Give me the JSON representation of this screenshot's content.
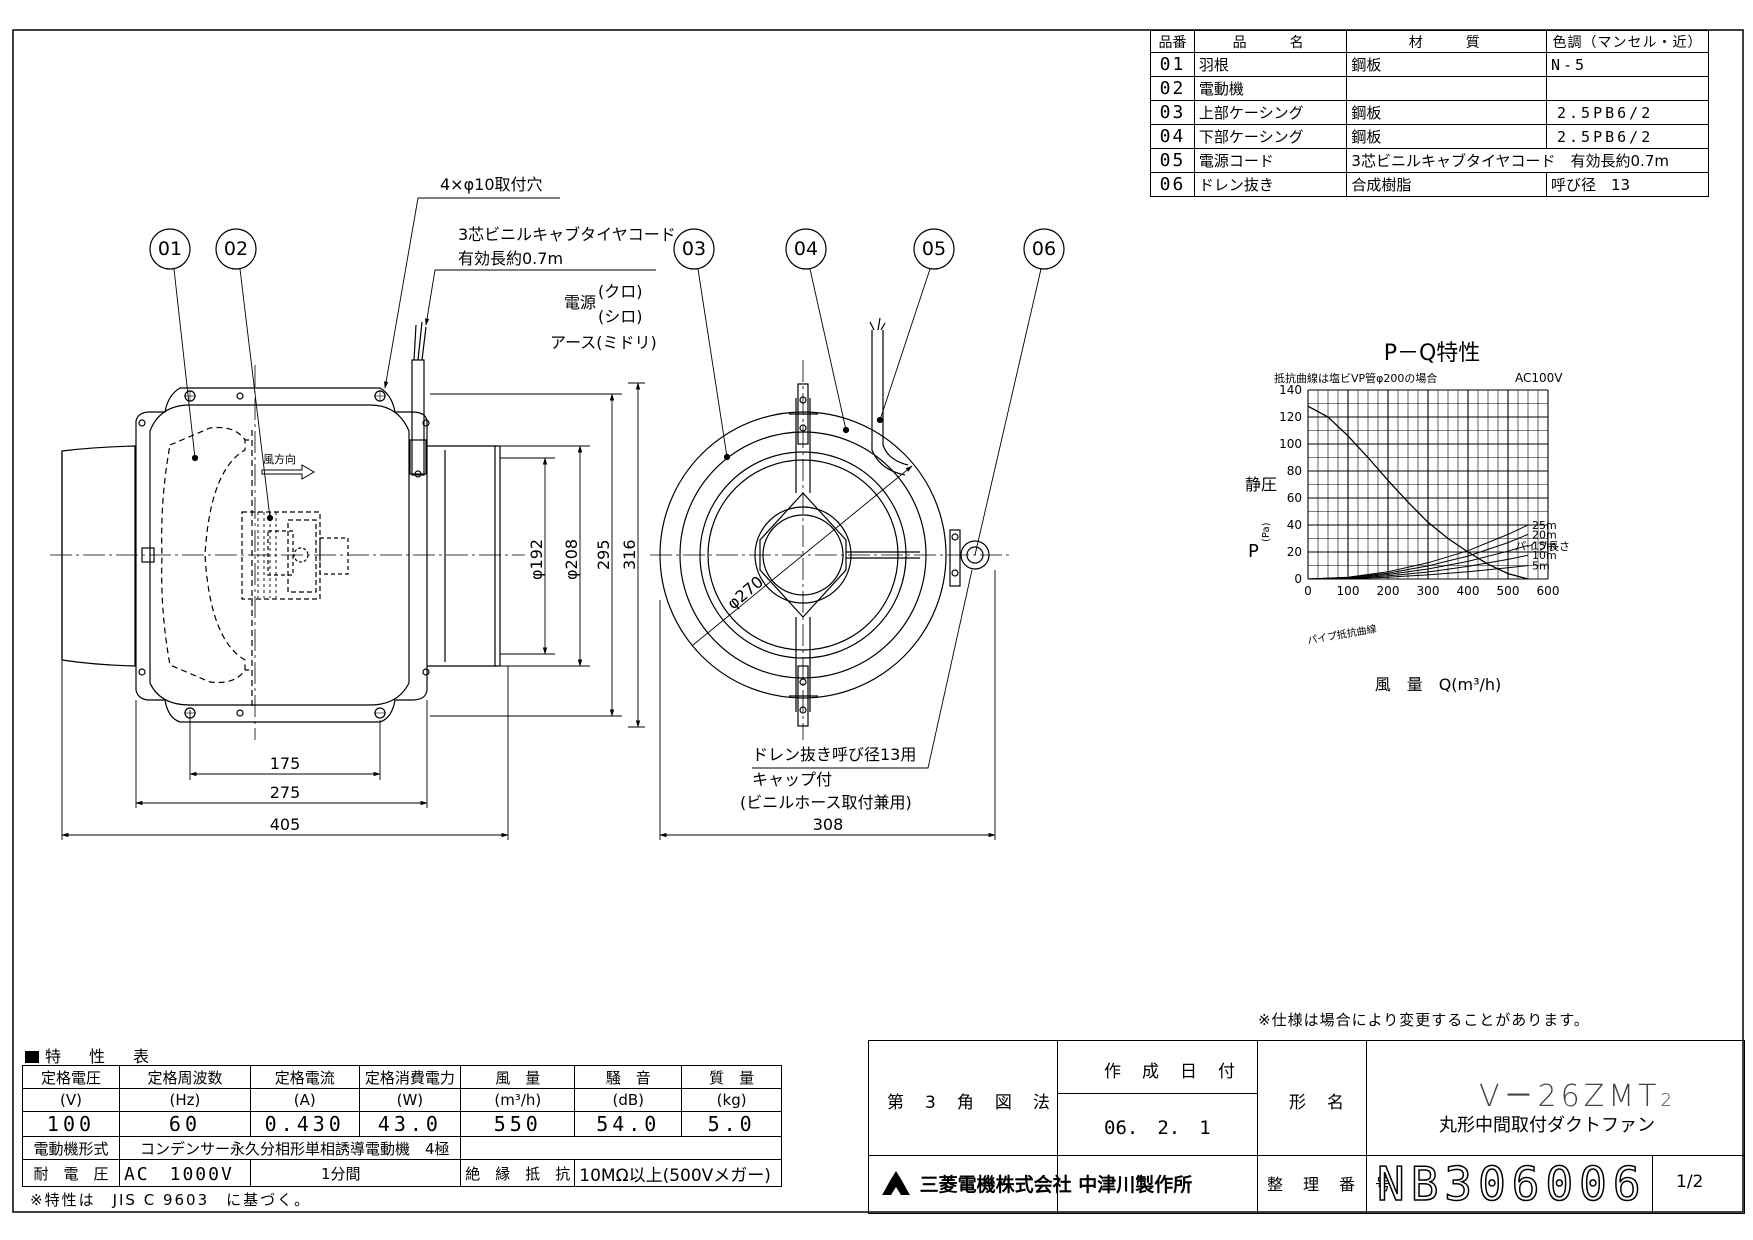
{
  "parts_table": {
    "headers": [
      "品番",
      "品　　名",
      "材　　質",
      "色調（マンセル・近）"
    ],
    "rows": [
      {
        "no": "01",
        "name": "羽根",
        "material": "鋼板",
        "color": "N-5"
      },
      {
        "no": "02",
        "name": "電動機",
        "material": "",
        "color": ""
      },
      {
        "no": "03",
        "name": "上部ケーシング",
        "material": "鋼板",
        "color": "2.5PB6/2"
      },
      {
        "no": "04",
        "name": "下部ケーシング",
        "material": "鋼板",
        "color": "2.5PB6/2"
      },
      {
        "no": "05",
        "name": "電源コード",
        "material": "3芯ビニルキャブタイヤコード　有効長約0.7m",
        "color": ""
      },
      {
        "no": "06",
        "name": "ドレン抜き",
        "material": "合成樹脂",
        "color": "呼び径　13"
      }
    ]
  },
  "drawing": {
    "balloons": [
      "01",
      "02",
      "03",
      "04",
      "05",
      "06"
    ],
    "mounting_hole_label": "4×φ10取付穴",
    "cord_label_1": "3芯ビニルキャブタイヤコード",
    "cord_label_2": "有効長約0.7m",
    "power_label": "電源",
    "power_black": "(クロ)",
    "power_white": "(シロ)",
    "earth_label": "アース(ミドリ)",
    "air_direction": "風方向",
    "dims": {
      "d175": "175",
      "d275": "275",
      "d405": "405",
      "d308": "308",
      "d192": "φ192",
      "d208": "φ208",
      "d295": "295",
      "d316": "316",
      "d270": "φ270"
    },
    "drain_label_1": "ドレン抜き呼び径13用",
    "drain_label_2": "キャップ付",
    "drain_label_3": "(ビニルホース取付兼用)"
  },
  "pq_chart": {
    "title": "P－Q特性",
    "subtitle": "抵抗曲線は塩ビVP管φ200の場合",
    "voltage": "AC100V",
    "ylabel_main": "静圧",
    "ylabel_p": "P",
    "ylabel_unit": "(Pa)",
    "xlabel": "風　量　Q(m³/h)",
    "pipe_length_label": "パイプ長さ",
    "pipe_resistance_label": "パイプ抵抗曲線",
    "chart_data": {
      "type": "line",
      "x_axis": {
        "min": 0,
        "max": 600,
        "ticks": [
          0,
          100,
          200,
          300,
          400,
          500,
          600
        ]
      },
      "y_axis": {
        "min": 0,
        "max": 140,
        "ticks": [
          0,
          20,
          40,
          60,
          80,
          100,
          120,
          140
        ]
      },
      "grid": true,
      "fan_curve": {
        "x": [
          0,
          50,
          100,
          150,
          200,
          250,
          300,
          350,
          400,
          450,
          500,
          550
        ],
        "y": [
          128,
          120,
          106,
          90,
          73,
          57,
          42,
          30,
          20,
          11,
          4,
          0
        ]
      },
      "pipe_curves": [
        {
          "name": "25m",
          "x": [
            0,
            100,
            200,
            300,
            400,
            500,
            550
          ],
          "y": [
            0,
            1.3,
            5.3,
            12,
            21,
            33,
            40
          ]
        },
        {
          "name": "20m",
          "x": [
            0,
            100,
            200,
            300,
            400,
            500,
            550
          ],
          "y": [
            0,
            1.1,
            4.3,
            9.7,
            17,
            27,
            33
          ]
        },
        {
          "name": "15m",
          "x": [
            0,
            100,
            200,
            300,
            400,
            500,
            550
          ],
          "y": [
            0,
            0.8,
            3.3,
            7.4,
            13,
            20.6,
            25
          ]
        },
        {
          "name": "10m",
          "x": [
            0,
            100,
            200,
            300,
            400,
            500,
            550
          ],
          "y": [
            0,
            0.6,
            2.3,
            5.2,
            9.3,
            14.5,
            17.6
          ]
        },
        {
          "name": "5m",
          "x": [
            0,
            100,
            200,
            300,
            400,
            500,
            550
          ],
          "y": [
            0,
            0.3,
            1.3,
            3,
            5.3,
            8.3,
            10
          ]
        }
      ]
    }
  },
  "characteristics": {
    "title": "特　性　表",
    "headers": [
      "定格電圧",
      "定格周波数",
      "定格電流",
      "定格消費電力",
      "風　量",
      "騒　音",
      "質　量"
    ],
    "units": [
      "(V)",
      "(Hz)",
      "(A)",
      "(W)",
      "(m³/h)",
      "(dB)",
      "(kg)"
    ],
    "values": [
      "100",
      "60",
      "0.430",
      "43.0",
      "550",
      "54.0",
      "5.0"
    ],
    "motor_type_label": "電動機形式",
    "motor_type_value": "コンデンサー永久分相形単相誘導電動機　4極",
    "voltage_label": "耐　電　圧",
    "voltage_value": "AC　1000V",
    "voltage_duration": "1分間",
    "insulation_label": "絶　縁　抵　抗",
    "insulation_value": "10MΩ以上(500Vメガー)",
    "note": "※特性は　JIS C 9603　に基づく。"
  },
  "spec_note": "※仕様は場合により変更することがあります。",
  "title_block": {
    "projection": "第　3　角　図　法",
    "date_label": "作　成　日　付",
    "date_value": "06.　2.　1",
    "model_label": "形　名",
    "model_value": "V－26ZMT",
    "model_suffix": "2",
    "product_name": "丸形中間取付ダクトファン",
    "company": "三菱電機株式会社 中津川製作所",
    "doc_no_label": "整　理　番　号",
    "doc_no": "NB306006",
    "page": "1/2"
  }
}
